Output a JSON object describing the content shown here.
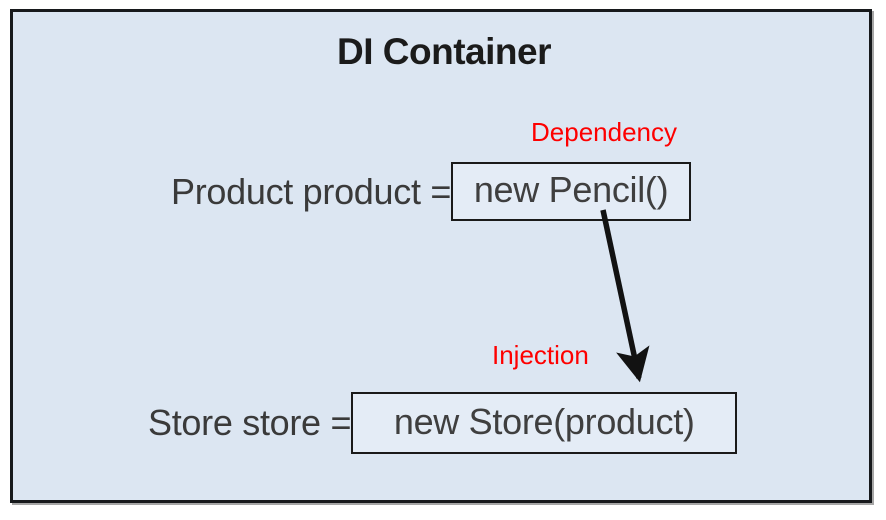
{
  "diagram": {
    "title": "DI Container",
    "background_color": "#dce6f2",
    "border_color": "#17191c",
    "annotation_color": "#fe0000",
    "code_color": "#3a3a3a",
    "statements": [
      {
        "lhs": "Product product =",
        "boxed": "new Pencil()",
        "annotation": "Dependency"
      },
      {
        "lhs": "Store store =",
        "boxed": "new Store(product)",
        "annotation": "Injection"
      }
    ],
    "arrow": {
      "label": "Injection",
      "from": "new Pencil()",
      "to": "new Store(product)"
    }
  }
}
